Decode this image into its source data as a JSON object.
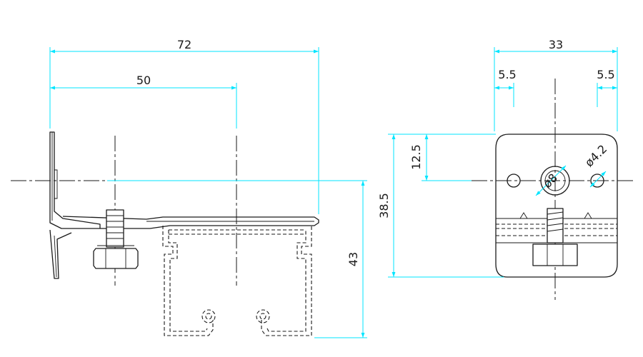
{
  "side_view": {
    "dim_overall_length": "72",
    "dim_center_length": "50",
    "dim_height": "43"
  },
  "front_view": {
    "dim_width": "33",
    "dim_left_edge": "5.5",
    "dim_right_edge": "5.5",
    "dim_hole_height": "12.5",
    "dim_total_height": "38.5",
    "dim_center_hole": "ø8",
    "dim_side_hole": "ø4.2"
  },
  "colors": {
    "dimension": "#00e5ff",
    "outline": "#1a1a1a",
    "background": "#ffffff"
  }
}
